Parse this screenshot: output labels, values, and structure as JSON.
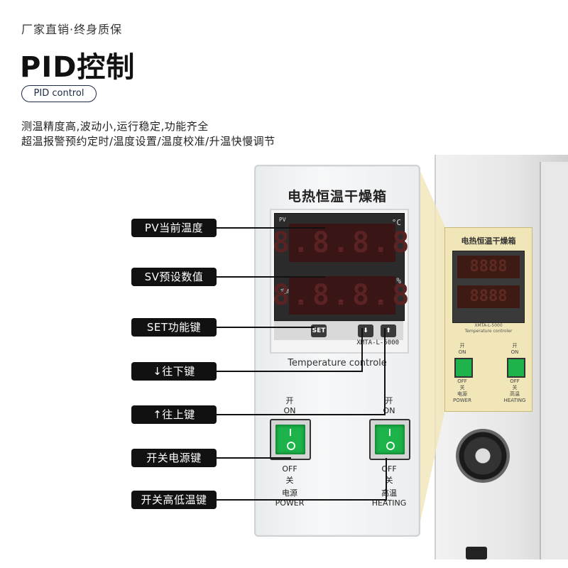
{
  "header": {
    "tagline": "厂家直销·终身质保",
    "headline": "PID控制",
    "pill": "PID control",
    "desc_line1": "测温精度高,波动小,运行稳定,功能齐全",
    "desc_line2": "超温报警预约定时/温度设置/温度校准/升温快慢调节"
  },
  "panel": {
    "title": "电热恒温干燥箱",
    "pv_tag": "PV",
    "unit_c": "°C",
    "unit_pct": "%",
    "led_pv": "8.8.8.8",
    "led_sv": "8.8.8.8",
    "timer_tag": "定时",
    "set_key": "SET",
    "down_key": "⬇",
    "up_key": "⬆",
    "model": "XMTA-L-5000",
    "temperature_controller": "Temperature controle",
    "power_switch": {
      "top_cn": "开",
      "top_en": "ON",
      "bottom_cn1": "OFF",
      "bottom_cn2": "关",
      "bottom_cn3": "电源",
      "bottom_en": "POWER"
    },
    "heat_switch": {
      "top_cn": "开",
      "top_en": "ON",
      "bottom_cn1": "OFF",
      "bottom_cn2": "关",
      "bottom_cn3": "高温",
      "bottom_en": "HEATING"
    }
  },
  "labels": {
    "pv": "PV当前温度",
    "sv": "SV预设数值",
    "set": "SET功能键",
    "down": "↓往下键",
    "up": "↑往上键",
    "power": "开关电源键",
    "heat": "开关高低温键"
  },
  "mini": {
    "title": "电热恒温干燥箱",
    "tc": "Temperature controler",
    "model": "XMTA-L-5000",
    "sw1_top": "开\nON",
    "sw1_bottom": "OFF\n关\n电源\nPOWER",
    "sw2_top": "开\nON",
    "sw2_bottom": "OFF\n关\n高温\nHEATING"
  },
  "colors": {
    "label_bg": "#111111",
    "switch_green": "#1db34a",
    "highlight": "#f1e6b8"
  }
}
